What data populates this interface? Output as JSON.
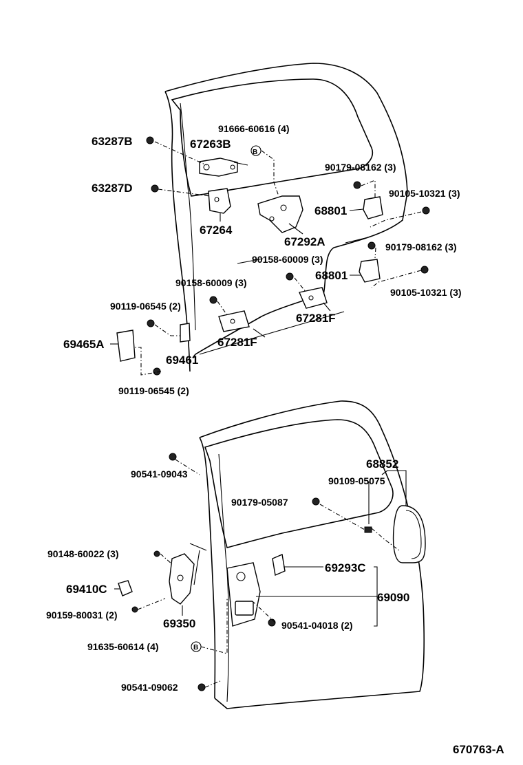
{
  "diagram_code": "670763-A",
  "upper_labels": {
    "p63287b": "63287B",
    "p67263b": "67263B",
    "p91666": "91666-60616 (4)",
    "circle_b_top": "B",
    "p90179a": "90179-08162 (3)",
    "p63287d": "63287D",
    "p90105a": "90105-10321 (3)",
    "p68801a": "68801",
    "p67264": "67264",
    "p67292a": "67292A",
    "p90179b": "90179-08162 (3)",
    "p90158a": "90158-60009 (3)",
    "p68801b": "68801",
    "p90158b": "90158-60009 (3)",
    "p90105b": "90105-10321 (3)",
    "p90119a": "90119-06545 (2)",
    "p67281f_a": "67281F",
    "p69465a": "69465A",
    "p67281f_b": "67281F",
    "p69461": "69461",
    "p90119b": "90119-06545 (2)"
  },
  "lower_labels": {
    "p68852": "68852",
    "p90541a": "90541-09043",
    "p90109": "90109-05075",
    "p90179c": "90179-05087",
    "p90148": "90148-60022 (3)",
    "p69293c": "69293C",
    "p69410c": "69410C",
    "p69090": "69090",
    "p90159": "90159-80031 (2)",
    "p69350": "69350",
    "p90541b": "90541-04018 (2)",
    "p91635": "91635-60614 (4)",
    "circle_b_bottom": "B",
    "p90541c": "90541-09062"
  }
}
